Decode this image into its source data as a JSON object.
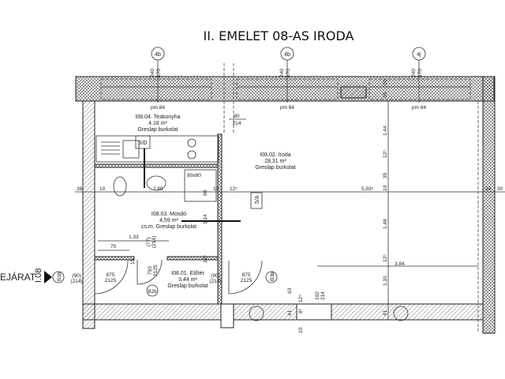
{
  "title": "II. EMELET 08-AS IRODA",
  "entrance": {
    "label": "BEJÁRAT",
    "level": "I.08"
  },
  "grid_axes": [
    "4b",
    "4b",
    "4j"
  ],
  "window_heights": {
    "top": "240",
    "bottom": "170"
  },
  "parapet": "pm 84",
  "rooms": {
    "kitchen": {
      "name": "I08.04. Teakonyha",
      "area": "4.18 m²",
      "floor": "Greslap burkolat"
    },
    "office": {
      "name": "I08.02. Iroda",
      "area": "28,31 m²",
      "floor": "Greslap  burkolat"
    },
    "washroom": {
      "name": "I08.03. Mosdó",
      "area": "4,59 m²",
      "floor": "cs.m. Greslap burkolat"
    },
    "hall": {
      "name": "I08.01. Előtér",
      "area": "3,44 m²",
      "floor": "Greslap burkolat"
    }
  },
  "tags": {
    "kitchen_riser": "5/D",
    "washroom_riser": "5/A",
    "door_b1b": "B1b",
    "door_b2b": "B2b",
    "door_b3b": "B3b"
  },
  "shower": "80x80",
  "doors": {
    "entry": {
      "opening": "(90)",
      "height": "(214)",
      "w": "875",
      "h": "2125"
    },
    "inner": {
      "w": "750",
      "h": "2125",
      "opening": "(77)",
      "height": "(214)"
    },
    "office": {
      "opening": "(90)",
      "height": "(214)",
      "w": "875",
      "h": "2125"
    },
    "kitchen_opening": {
      "w": "80",
      "h": "214"
    },
    "bottom": {
      "w": "102",
      "h": "214"
    }
  },
  "dimensions": {
    "horizontal": [
      "38",
      "10",
      "2,80",
      "10",
      "12⁵",
      "5,93⁵",
      "10",
      "34",
      "30"
    ],
    "vertical": [
      "20",
      "35",
      "1,44",
      "12⁵",
      "35",
      "10",
      "1,48",
      "12⁵",
      "1,15",
      "41"
    ],
    "other": [
      "1,33",
      "70",
      "3,84",
      "60",
      "1,14",
      "12⁵",
      "15",
      "63",
      "41",
      "12⁵",
      "8⁵",
      "10"
    ]
  }
}
